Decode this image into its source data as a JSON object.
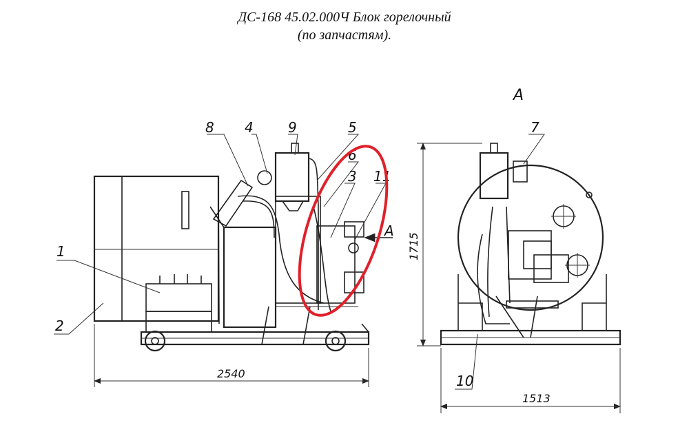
{
  "title": {
    "line1": "ДС-168 45.02.000Ч Блок горелочный",
    "line2": "(по запчастям)."
  },
  "view_label": "А",
  "arrow_label": "А",
  "callouts": [
    "1",
    "2",
    "3",
    "4",
    "5",
    "6",
    "7",
    "8",
    "9",
    "10",
    "11"
  ],
  "dimensions": {
    "length": "2540",
    "width": "1513",
    "height": "1715"
  },
  "highlight_color": "#e0202a"
}
